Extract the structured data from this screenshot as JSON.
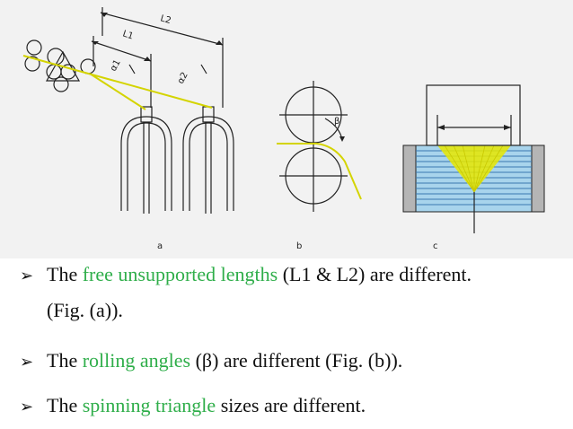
{
  "figure": {
    "labels": {
      "L1": "L1",
      "L2": "L2",
      "alpha1": "α1",
      "alpha2": "α2",
      "beta": "β",
      "panel_a": "a",
      "panel_b": "b",
      "panel_c": "c"
    },
    "colors": {
      "yarn": "#d4d400",
      "stroke": "#222222",
      "triangle_fill": "#e8e800",
      "roller_fill": "#a8d4ec",
      "roller_line": "#3a77b0",
      "guide_fill": "#b5b5b5",
      "background": "#f2f2f2"
    }
  },
  "bullets": [
    {
      "marker": "➢",
      "pre": "The ",
      "highlight": "free unsupported lengths",
      "post": " (L1 & L2) are different.",
      "continuation": "(Fig. (a))."
    },
    {
      "marker": "➢",
      "pre": "The ",
      "highlight": "rolling angles",
      "post": " (β) are different (Fig. (b))."
    },
    {
      "marker": "➢",
      "pre": "The ",
      "highlight": "spinning triangle",
      "post": " sizes are different."
    }
  ],
  "colors": {
    "highlight": "#2fae4a",
    "text": "#111111"
  }
}
